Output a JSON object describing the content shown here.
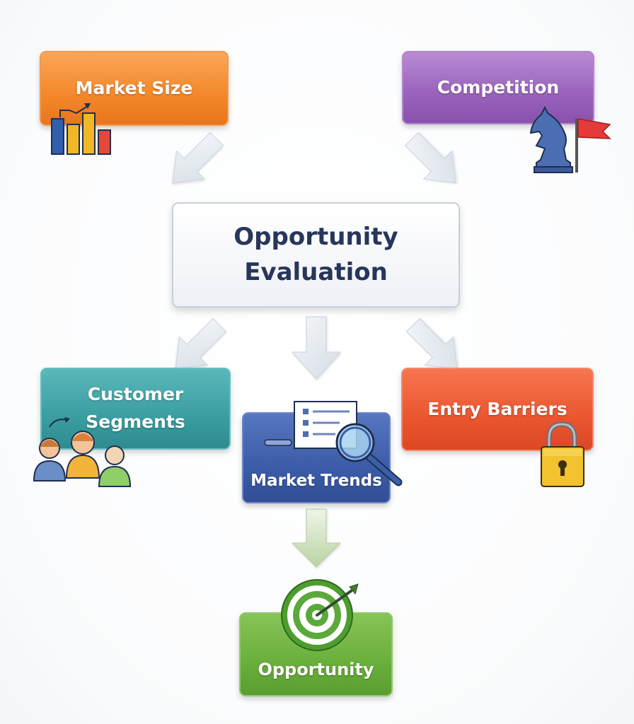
{
  "nodes": {
    "market_size": "Market Size",
    "competition": "Competition",
    "center": [
      "Opportunity",
      "Evaluation"
    ],
    "customer_segments": [
      "Customer",
      "Segments"
    ],
    "market_trends": "Market Trends",
    "entry_barriers": "Entry Barriers",
    "opportunity": "Opportunity"
  },
  "icons": {
    "market_size": "bar-chart-icon",
    "competition": "chess-knight-flag-icon",
    "customer_segments": "people-group-icon",
    "market_trends": "document-magnifier-icon",
    "entry_barriers": "padlock-icon",
    "opportunity": "target-dart-icon"
  },
  "colors": {
    "market_size": "#f48a2d",
    "competition": "#9b64bd",
    "center": "#eef1f6",
    "customer_segments": "#3a9ea1",
    "market_trends": "#3c5ca9",
    "entry_barriers": "#ea5630",
    "opportunity": "#6aaf3c",
    "arrow": "#dde3ea"
  }
}
